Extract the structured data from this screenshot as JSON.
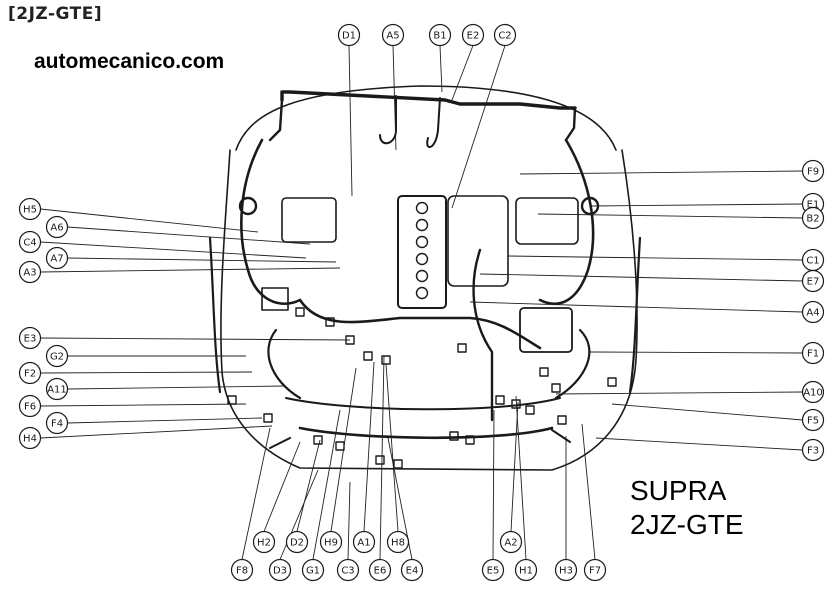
{
  "header": {
    "variant_tag": "[2JZ-GTE]"
  },
  "watermark": {
    "text": "automecanico.com"
  },
  "model": {
    "line1": "SUPRA",
    "line2": "2JZ-GTE"
  },
  "connectors": {
    "top": [
      "D1",
      "A5",
      "B1",
      "E2",
      "C2"
    ],
    "left": [
      "H5",
      "A6",
      "C4",
      "A7",
      "A3",
      "E3",
      "G2",
      "F2",
      "A11",
      "F6",
      "F4",
      "H4"
    ],
    "right": [
      "F9",
      "E1",
      "B2",
      "C1",
      "E7",
      "A4",
      "F1",
      "A10",
      "F5",
      "F3"
    ],
    "bottom": [
      "F8",
      "H2",
      "D3",
      "D2",
      "G1",
      "H9",
      "C3",
      "A1",
      "E6",
      "H8",
      "E4",
      "E5",
      "A2",
      "H1",
      "H3",
      "F7"
    ]
  },
  "colors": {
    "ink": "#1a1a1a",
    "paper": "#ffffff"
  }
}
